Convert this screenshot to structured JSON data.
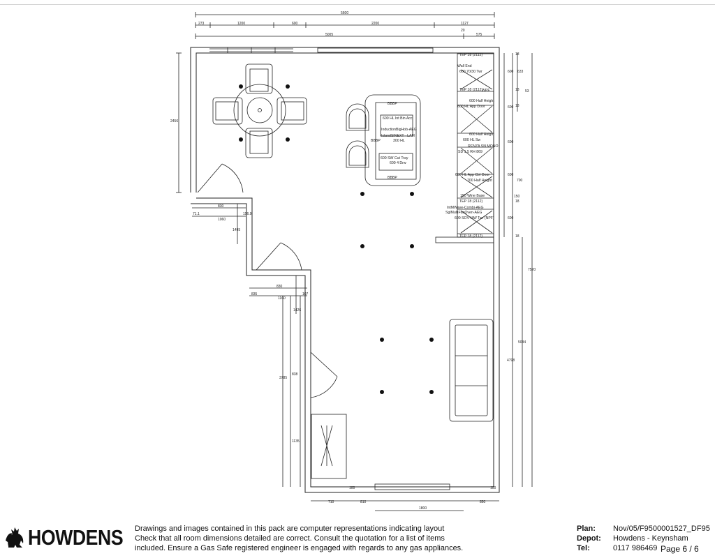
{
  "plan": {
    "dims": {
      "top_total": "5600",
      "top_segments": [
        "273",
        "1200",
        "600",
        "2200",
        "1127"
      ],
      "top_sub": "20",
      "top_row3": [
        "5005",
        "575"
      ],
      "left_height": "2456",
      "door1": [
        "71.1",
        "830",
        "156.9"
      ],
      "door1_width": "1060",
      "offset1": "1495",
      "door2": [
        "835",
        "830",
        "107"
      ],
      "door2_width": "1160",
      "offset2": "1426",
      "lower_left": [
        "3785",
        "838",
        "1135"
      ],
      "right_heights": [
        "7520",
        "5034",
        "4798"
      ],
      "right_small": [
        "18",
        "18",
        "18",
        "18",
        "150",
        "18"
      ],
      "cab_heights": [
        "600",
        "600",
        "600",
        "600",
        "700",
        "600"
      ],
      "cab_heights2": [
        "633",
        "53"
      ],
      "bottom_row1": [
        "710",
        "810",
        "850"
      ],
      "bottom_row2": "1800",
      "bottom_row3": "1800",
      "bottom_small": [
        "100",
        "100"
      ]
    },
    "labels": {
      "tep1": "TEP 18 (2112)",
      "wall_end": "Wall End",
      "tall_tb": "600 70/30 Twr",
      "tep2": "TEP 18 (2112)",
      "wpf": "WPF",
      "half1": "600 Half Height",
      "hl_app": "600 HL App Door",
      "half2": "600 Half Height",
      "hl_sw": "600 HL Sw",
      "renza": "RENZA SN MONO",
      "sink": "SD 1.5 RH 869",
      "hl_app2": "600 HL App Ctrl Door",
      "half3": "700 Half Height",
      "wine": "150 Wine Base",
      "tep3": "TEP 18 (2112)",
      "induction": "IntMWave-Combi-AEG",
      "multi": "SglMultiFunOven-AEG",
      "sov": "600 SOV MW Twr (NPF)",
      "tep4": "TEP 18 (2112)",
      "bbbp": "BBBP",
      "island1": "600 HL Int Bin Acc",
      "island2": "InductionBigHob-AEG",
      "island3": "IslandSINEXT - LAM",
      "bbbp2": "BBBP",
      "island4": "300 HL",
      "island5": "600 SW Cut Tray",
      "island6": "600 4 Drw",
      "bbbp3": "BBBP"
    }
  },
  "footer": {
    "logo": "HOWDENS",
    "logo_icon": "rooster-icon",
    "disclaimer": [
      "Drawings and images contained in this pack are computer representations indicating layout",
      "Check that all room dimensions detailed are correct. Consult the quotation for a list of items",
      "included. Ensure a Gas Safe registered engineer is engaged with regards to any gas appliances."
    ],
    "meta": [
      {
        "key": "Plan:",
        "value": "Nov/05/F9500001527_DF95"
      },
      {
        "key": "Depot:",
        "value": "Howdens - Keynsham"
      },
      {
        "key": "Tel:",
        "value": "0117 986469"
      }
    ],
    "page": "Page 6 / 6"
  }
}
